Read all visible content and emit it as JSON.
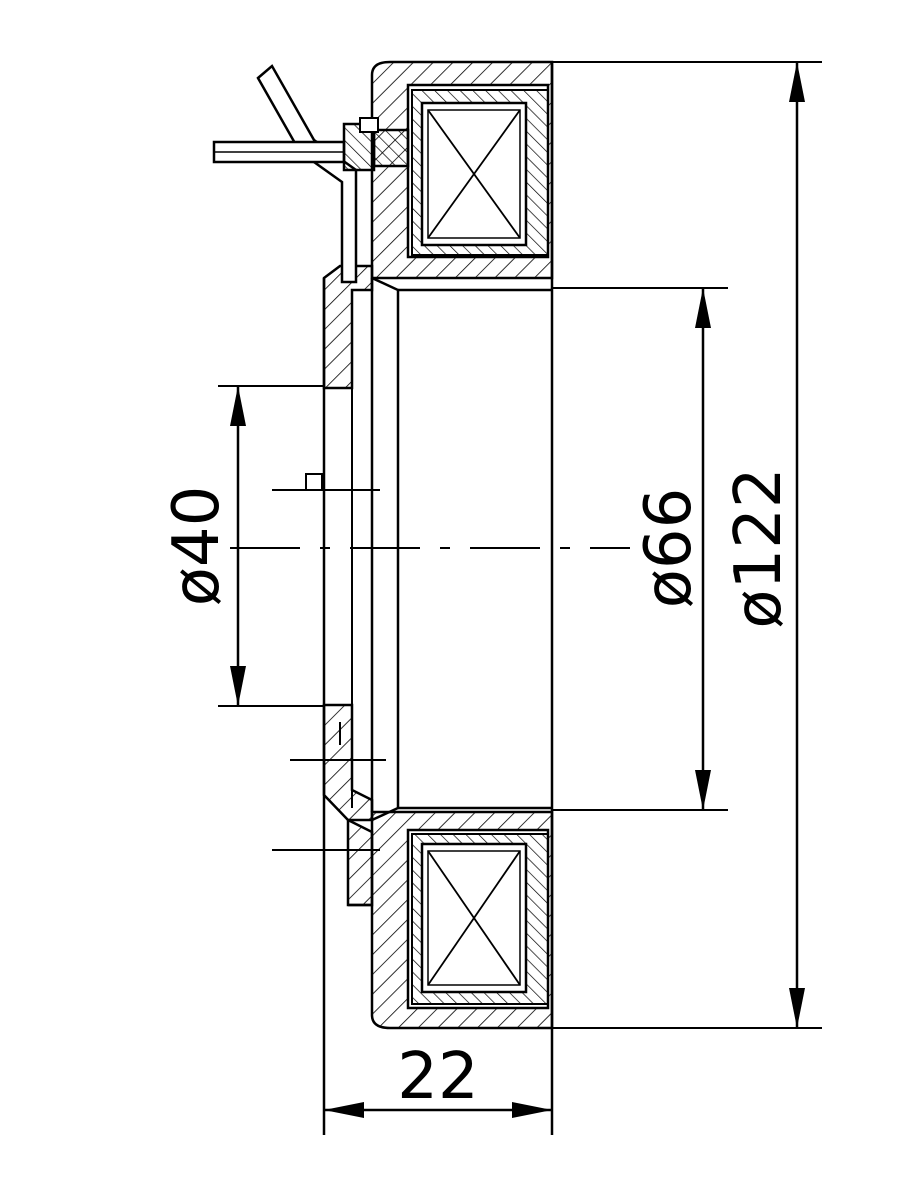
{
  "drawing": {
    "type": "technical-section-drawing",
    "line_color": "#000000",
    "background": "#ffffff"
  },
  "dimensions": {
    "inner_bore": "ø40",
    "coil_inner": "ø66",
    "outer": "ø122",
    "width": "22"
  }
}
